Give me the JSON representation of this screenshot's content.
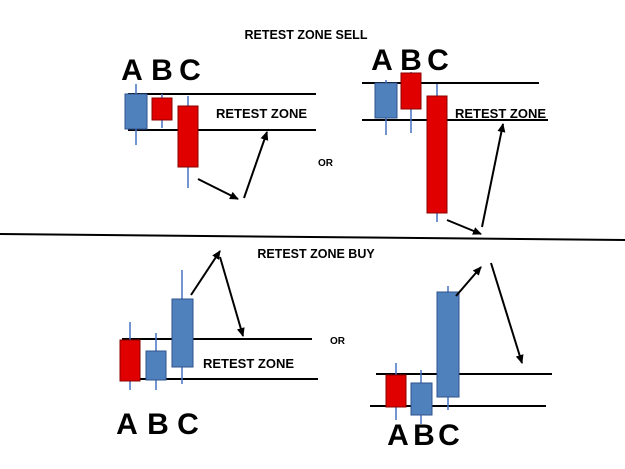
{
  "colors": {
    "bullish": "#4f81bd",
    "bearish": "#e00000",
    "wick": "#4472c4",
    "line": "#000000"
  },
  "titles": {
    "sell": "RETEST ZONE SELL",
    "buy": "RETEST ZONE BUY"
  },
  "labels": {
    "retest_zone": "RETEST ZONE",
    "or": "OR"
  },
  "diagrams": [
    {
      "id": "sell-left",
      "letters": [
        "A",
        "B",
        "C"
      ],
      "candle_colors": [
        "bullish",
        "bearish",
        "bearish"
      ]
    },
    {
      "id": "sell-right",
      "letters": [
        "A",
        "B",
        "C"
      ],
      "candle_colors": [
        "bullish",
        "bearish",
        "bearish"
      ]
    },
    {
      "id": "buy-left",
      "letters": [
        "A",
        "B",
        "C"
      ],
      "candle_colors": [
        "bearish",
        "bullish",
        "bullish"
      ]
    },
    {
      "id": "buy-right",
      "letters": [
        "A",
        "B",
        "C"
      ],
      "candle_colors": [
        "bearish",
        "bullish",
        "bullish"
      ]
    }
  ]
}
